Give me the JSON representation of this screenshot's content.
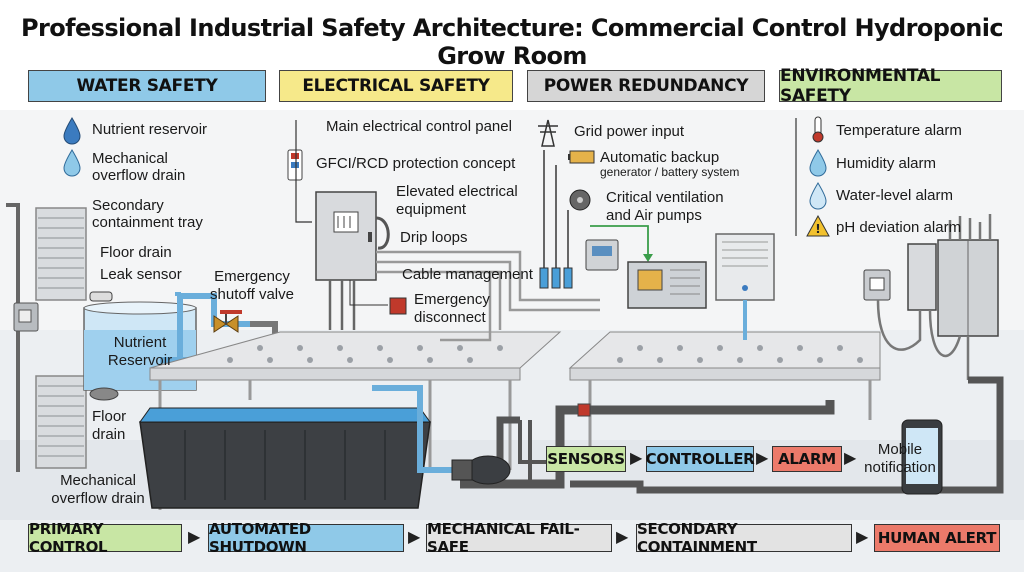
{
  "title": "Professional Industrial Safety Architecture: Commercial Control Hydroponic Grow Room",
  "sections": {
    "water": "WATER SAFETY",
    "electrical": "ELECTRICAL SAFETY",
    "power": "POWER REDUNDANCY",
    "environmental": "ENVIRONMENTAL SAFETY"
  },
  "water_items": {
    "nutrient_reservoir": "Nutrient reservoir",
    "overflow_1": "Mechanical",
    "overflow_2": "overflow drain",
    "containment_1": "Secondary",
    "containment_2": "containment tray",
    "floor_drain": "Floor drain",
    "leak_sensor": "Leak sensor",
    "shutoff_1": "Emergency",
    "shutoff_2": "shutoff valve",
    "reservoir_1": "Nutrient",
    "reservoir_2": "Reservoir",
    "floor_drain_bottom_1": "Floor",
    "floor_drain_bottom_2": "drain",
    "overflow_bottom_1": "Mechanical",
    "overflow_bottom_2": "overflow drain"
  },
  "electrical_items": {
    "main_panel": "Main electrical control panel",
    "gfci": "GFCI/RCD protection concept",
    "elevated_1": "Elevated electrical",
    "elevated_2": "equipment",
    "drip_loops": "Drip loops",
    "cable_mgmt": "Cable management",
    "disconnect_1": "Emergency",
    "disconnect_2": "disconnect"
  },
  "power_items": {
    "grid": "Grid power input",
    "backup_1": "Automatic backup",
    "backup_2": "generator / battery system",
    "critical_1": "Critical ventilation",
    "critical_2": "and Air pumps"
  },
  "environmental_items": {
    "temperature": "Temperature alarm",
    "humidity": "Humidity alarm",
    "water_level": "Water-level alarm",
    "ph": "pH deviation alarm"
  },
  "alert_chain": {
    "sensors": "SENSORS",
    "controller": "CONTROLLER",
    "alarm": "ALARM",
    "mobile_1": "Mobile",
    "mobile_2": "notification"
  },
  "hierarchy": {
    "primary": "PRIMARY CONTROL",
    "automated": "AUTOMATED SHUTDOWN",
    "mechanical": "MECHANICAL FAIL-SAFE",
    "secondary": "SECONDARY CONTAINMENT",
    "human": "HUMAN ALERT"
  },
  "colors": {
    "water": "#8fc9e8",
    "electrical": "#f6e98a",
    "power": "#d6d6d6",
    "environmental": "#c8e6a4",
    "alert": "#ec7a6a"
  }
}
